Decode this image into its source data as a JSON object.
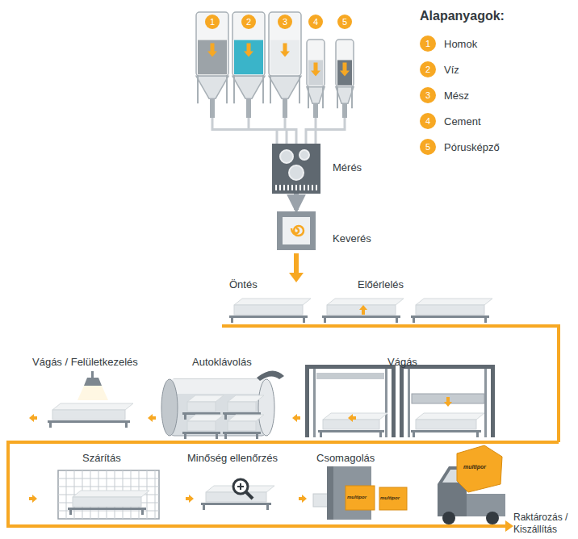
{
  "diagram": {
    "nodes": [
      {
        "text": [
          "1"
        ]
      },
      {
        "text": [
          "2"
        ]
      },
      {
        "text": [
          "3"
        ]
      },
      {
        "text": [
          "4"
        ]
      },
      {
        "text": [
          "5"
        ]
      },
      {
        "text": [
          "Mérés"
        ]
      },
      {
        "text": [
          "Keverés"
        ]
      }
    ],
    "edges": [
      {
        "from": 0,
        "to": 5,
        "arrow": "none"
      },
      {
        "from": 1,
        "to": 5,
        "arrow": "none"
      },
      {
        "from": 2,
        "to": 5,
        "arrow": "none"
      },
      {
        "from": 3,
        "to": 5,
        "arrow": "none"
      },
      {
        "from": 4,
        "to": 5,
        "arrow": "none"
      },
      {
        "from": 5,
        "to": 6,
        "arrow": "to"
      }
    ],
    "labels": [
      "Alapanyagok:",
      "1",
      "2",
      "3",
      "4",
      "5",
      "Öntés",
      "Előérlelés",
      "Vágás / Felületkezelés",
      "Autoklávolás",
      "Vágás",
      "Szárítás",
      "Minőség ellenőrzés",
      "Csomagolás",
      "Raktározás / Kiszállítás",
      "multipor",
      "multipor",
      "multipor"
    ],
    "legend": [
      {
        "text": "Homok",
        "color": "#f7a823"
      },
      {
        "text": "Víz",
        "color": "#f7a823"
      },
      {
        "text": "Mész",
        "color": "#f7a823"
      },
      {
        "text": "Cement",
        "color": "#f7a823"
      },
      {
        "text": "Pórusképző",
        "color": "#f7a823"
      }
    ]
  }
}
